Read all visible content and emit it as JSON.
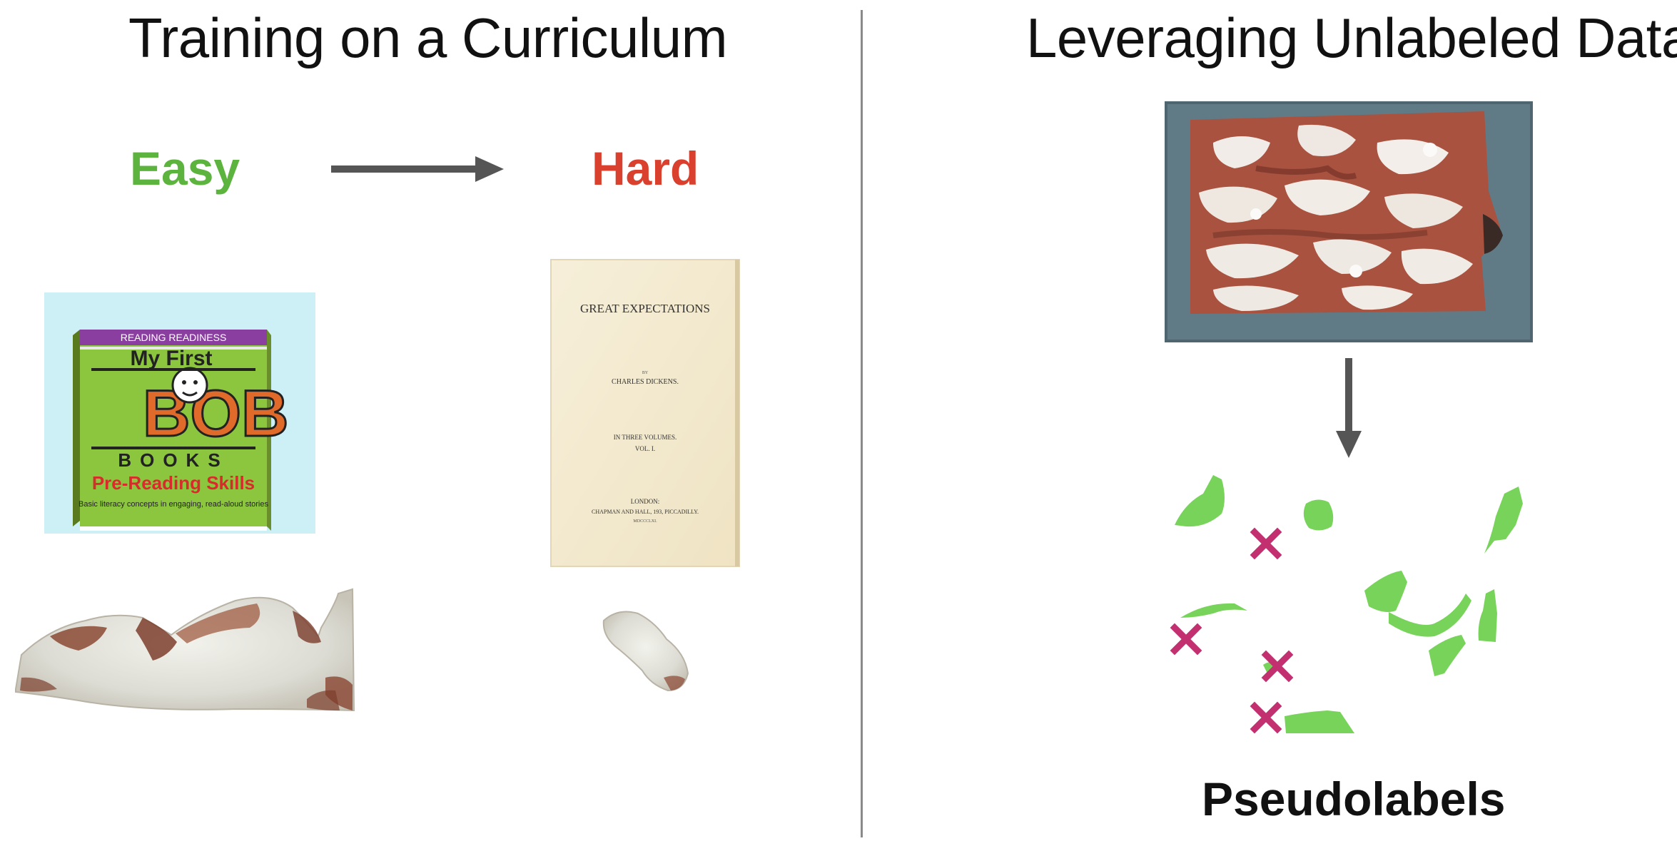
{
  "left_panel": {
    "title": "Training on a Curriculum",
    "easy_label": "Easy",
    "hard_label": "Hard",
    "easy_book": {
      "banner": "READING READINESS",
      "my_first": "My First",
      "bob": "BOB",
      "books": "BOOKS",
      "subtitle": "Pre-Reading Skills",
      "tagline": "Basic literacy concepts in engaging, read-aloud stories"
    },
    "hard_book": {
      "title": "GREAT EXPECTATIONS",
      "by": "BY",
      "author": "CHARLES DICKENS.",
      "volumes": "IN THREE VOLUMES.",
      "vol": "VOL. I.",
      "publisher_city": "LONDON:",
      "publisher": "CHAPMAN AND HALL, 193, PICCADILLY.",
      "year": "MDCCCLXI."
    }
  },
  "right_panel": {
    "title": "Leveraging Unlabeled Data",
    "pseudolabels_label": "Pseudolabels"
  },
  "colors": {
    "easy": "#5cb33d",
    "hard": "#d9402e",
    "pseudolabel_fill": "#77d35a",
    "reject_mark": "#c2306f",
    "arrow": "#555555"
  }
}
